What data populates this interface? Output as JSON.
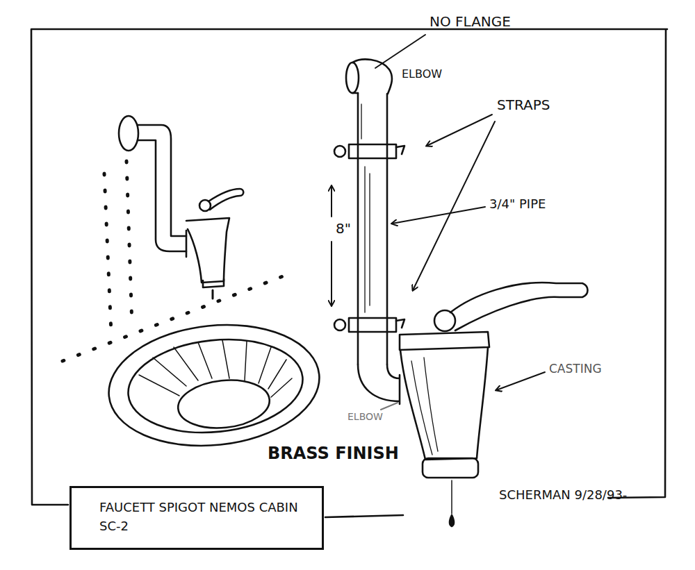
{
  "diagram": {
    "nodes": [
      {
        "text": [
          "FAUCETT SPIGOT NEMOS CABIN SC-2"
        ]
      }
    ],
    "labels": [
      "NO FLANGE",
      "ELBOW",
      "STRAPS",
      "3/4\" PIPE",
      "8\"",
      "CASTING",
      "ELBOW",
      "BRASS FINISH",
      "SCHERMAN 9/28/93-"
    ]
  }
}
